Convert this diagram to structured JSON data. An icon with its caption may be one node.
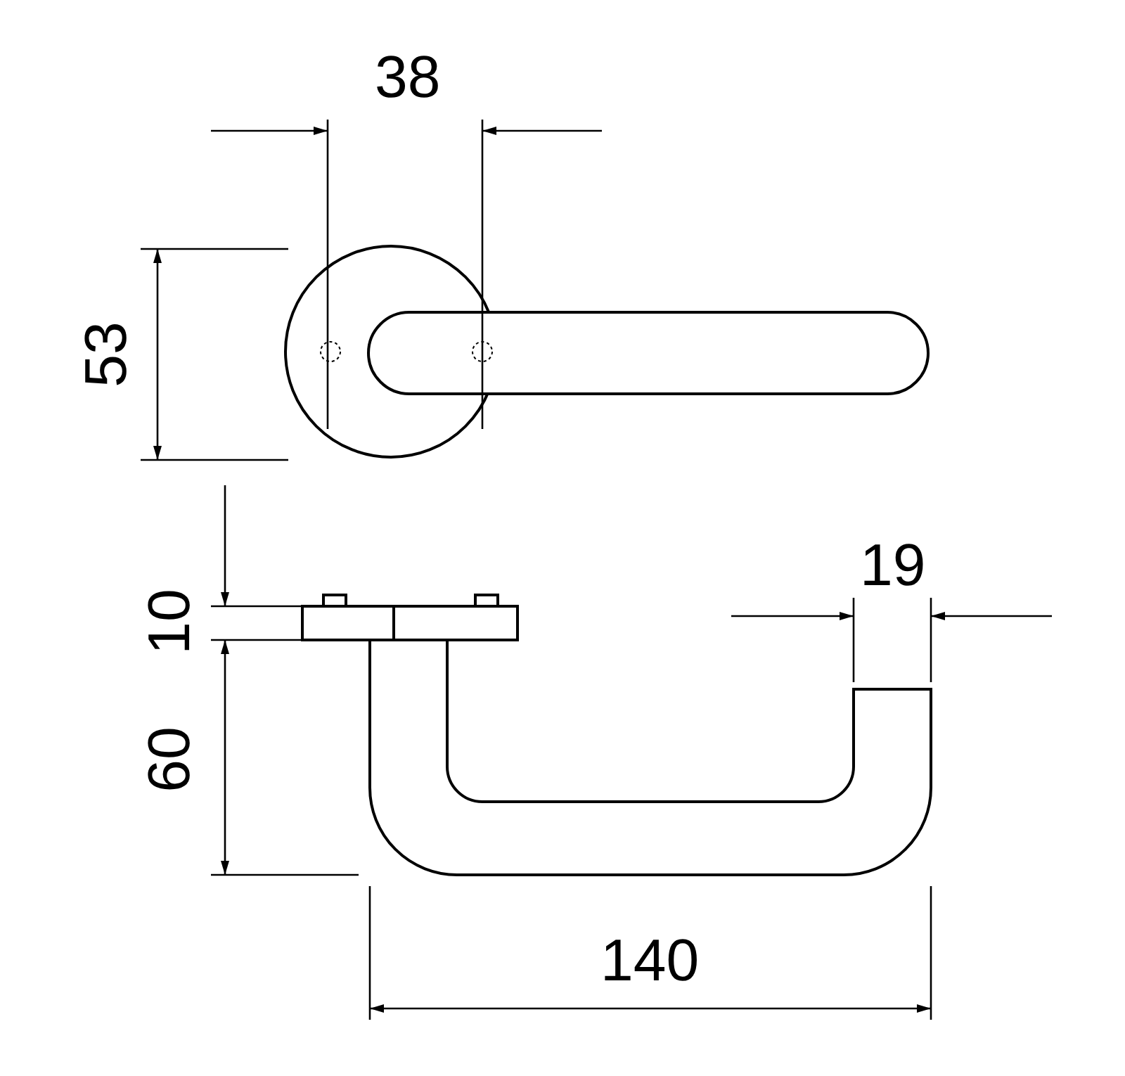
{
  "diagram": {
    "labels": [
      "38",
      "53",
      "10",
      "60",
      "19",
      "140"
    ]
  }
}
